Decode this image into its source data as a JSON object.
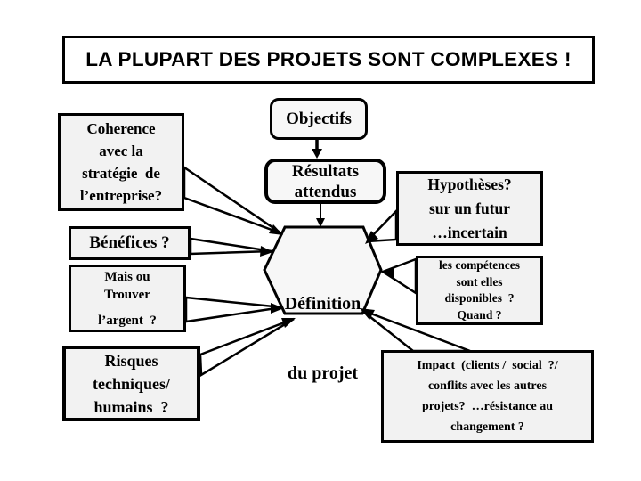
{
  "title": {
    "text": "LA PLUPART DES PROJETS SONT COMPLEXES !"
  },
  "colors": {
    "page_bg": "#ffffff",
    "box_fill": "#f2f2f2",
    "border": "#000000",
    "text": "#000000"
  },
  "hexagon": {
    "lines": [
      "Définition",
      "du projet"
    ]
  },
  "boxes": {
    "coherence": {
      "lines": [
        "Coherence",
        "avec la",
        "stratégie  de",
        "l’entreprise?"
      ]
    },
    "objectifs": {
      "text": "Objectifs"
    },
    "resultats": {
      "lines": [
        "Résultats",
        "attendus"
      ]
    },
    "hypotheses": {
      "lines": [
        "Hypothèses?",
        "sur un futur",
        "…incertain"
      ]
    },
    "benefices": {
      "text": "Bénéfices ?"
    },
    "argent": {
      "lines": [
        "Mais ou",
        "Trouver",
        "l’argent  ?"
      ]
    },
    "competences": {
      "lines": [
        "les compétences",
        "sont elles",
        "disponibles  ?",
        "Quand ?"
      ]
    },
    "risques": {
      "lines": [
        "Risques",
        "techniques/",
        "humains  ?"
      ]
    },
    "impact": {
      "lines": [
        "Impact  (clients /  social  ?/",
        "conflits avec les autres",
        "projets?  …résistance au",
        "changement ?"
      ]
    }
  }
}
